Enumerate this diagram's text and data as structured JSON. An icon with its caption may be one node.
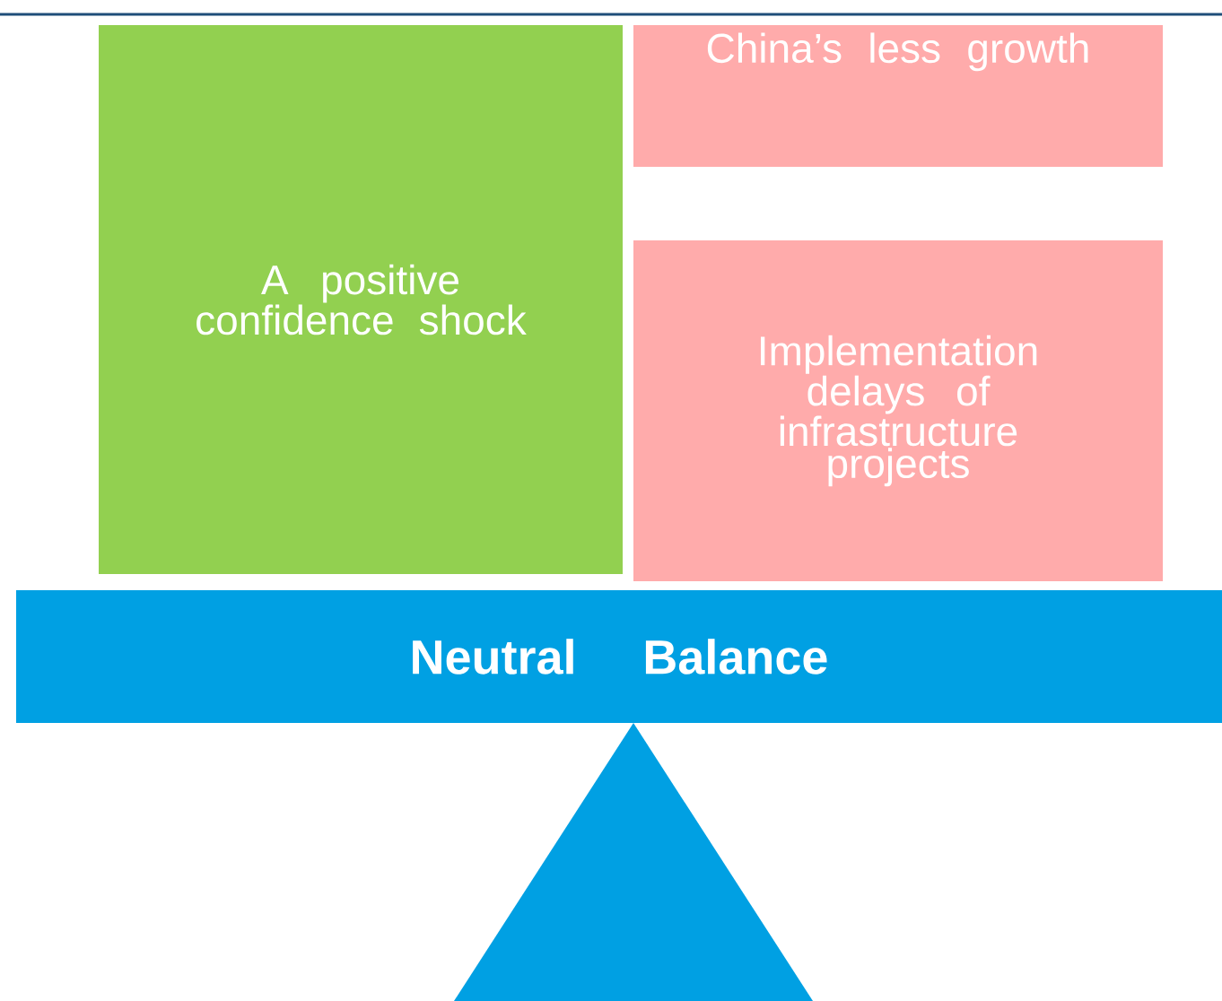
{
  "diagram": {
    "nodes": [
      {
        "text": [
          "A positive confidence shock"
        ]
      },
      {
        "text": [
          "China’s less growth"
        ]
      },
      {
        "text": [
          "Implementation delays of infrastructure projects"
        ]
      },
      {
        "text": [
          "Neutral Balance"
        ]
      },
      {
        "text": [],
        "shape": "triangle"
      }
    ]
  }
}
